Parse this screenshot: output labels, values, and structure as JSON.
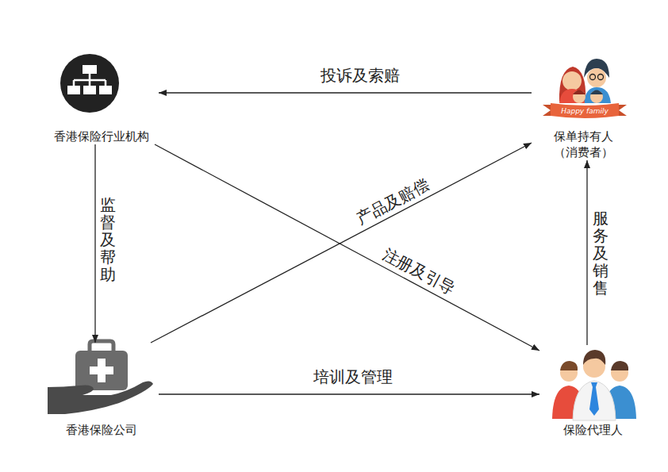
{
  "diagram": {
    "nodes": [
      {
        "text": [
          "香港保险行业机构"
        ]
      },
      {
        "text": [
          "保单持有人",
          "（消费者）"
        ]
      },
      {
        "text": [
          "香港保险公司"
        ]
      },
      {
        "text": [
          "保险代理人"
        ]
      }
    ],
    "edges": [
      {
        "from": 1,
        "to": 0,
        "label": "投诉及索赔",
        "arrow": "to"
      },
      {
        "from": 0,
        "to": 2,
        "label": "监督及帮助",
        "arrow": "to"
      },
      {
        "from": 2,
        "to": 1,
        "label": "产品及赔偿",
        "arrow": "to"
      },
      {
        "from": 0,
        "to": 3,
        "label": "注册及引导",
        "arrow": "to"
      },
      {
        "from": 2,
        "to": 3,
        "label": "培训及管理",
        "arrow": "to"
      },
      {
        "from": 3,
        "to": 1,
        "label": "服务及销售",
        "arrow": "to"
      }
    ],
    "labels": [
      "Happy family"
    ]
  }
}
